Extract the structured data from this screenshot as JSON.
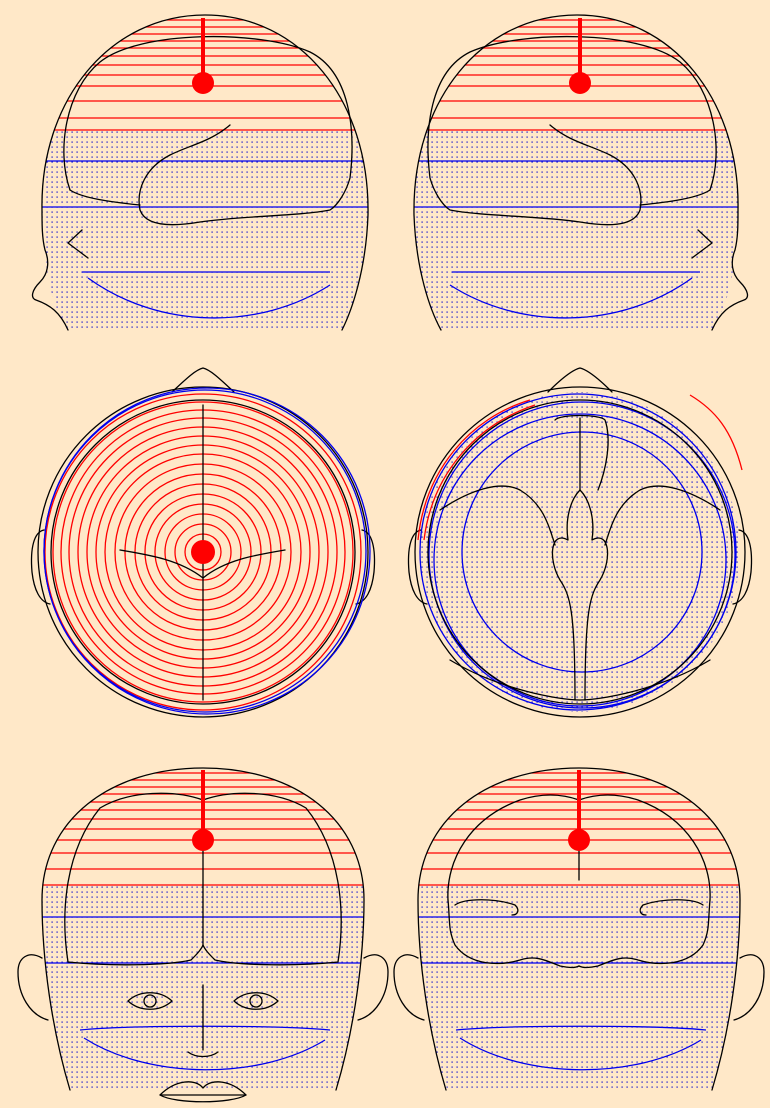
{
  "colors": {
    "background": "#ffe8c8",
    "outline": "#000000",
    "positive_isolines": "#ff0000",
    "negative_isolines": "#0000ee",
    "negative_region_dots": "#0000cc",
    "electrode": "#ff0000"
  },
  "views": [
    {
      "id": "left-lateral",
      "has_electrode": true
    },
    {
      "id": "right-lateral",
      "has_electrode": true
    },
    {
      "id": "top",
      "has_electrode": true
    },
    {
      "id": "bottom",
      "has_electrode": false
    },
    {
      "id": "frontal",
      "has_electrode": true
    },
    {
      "id": "occipital",
      "has_electrode": true
    }
  ]
}
